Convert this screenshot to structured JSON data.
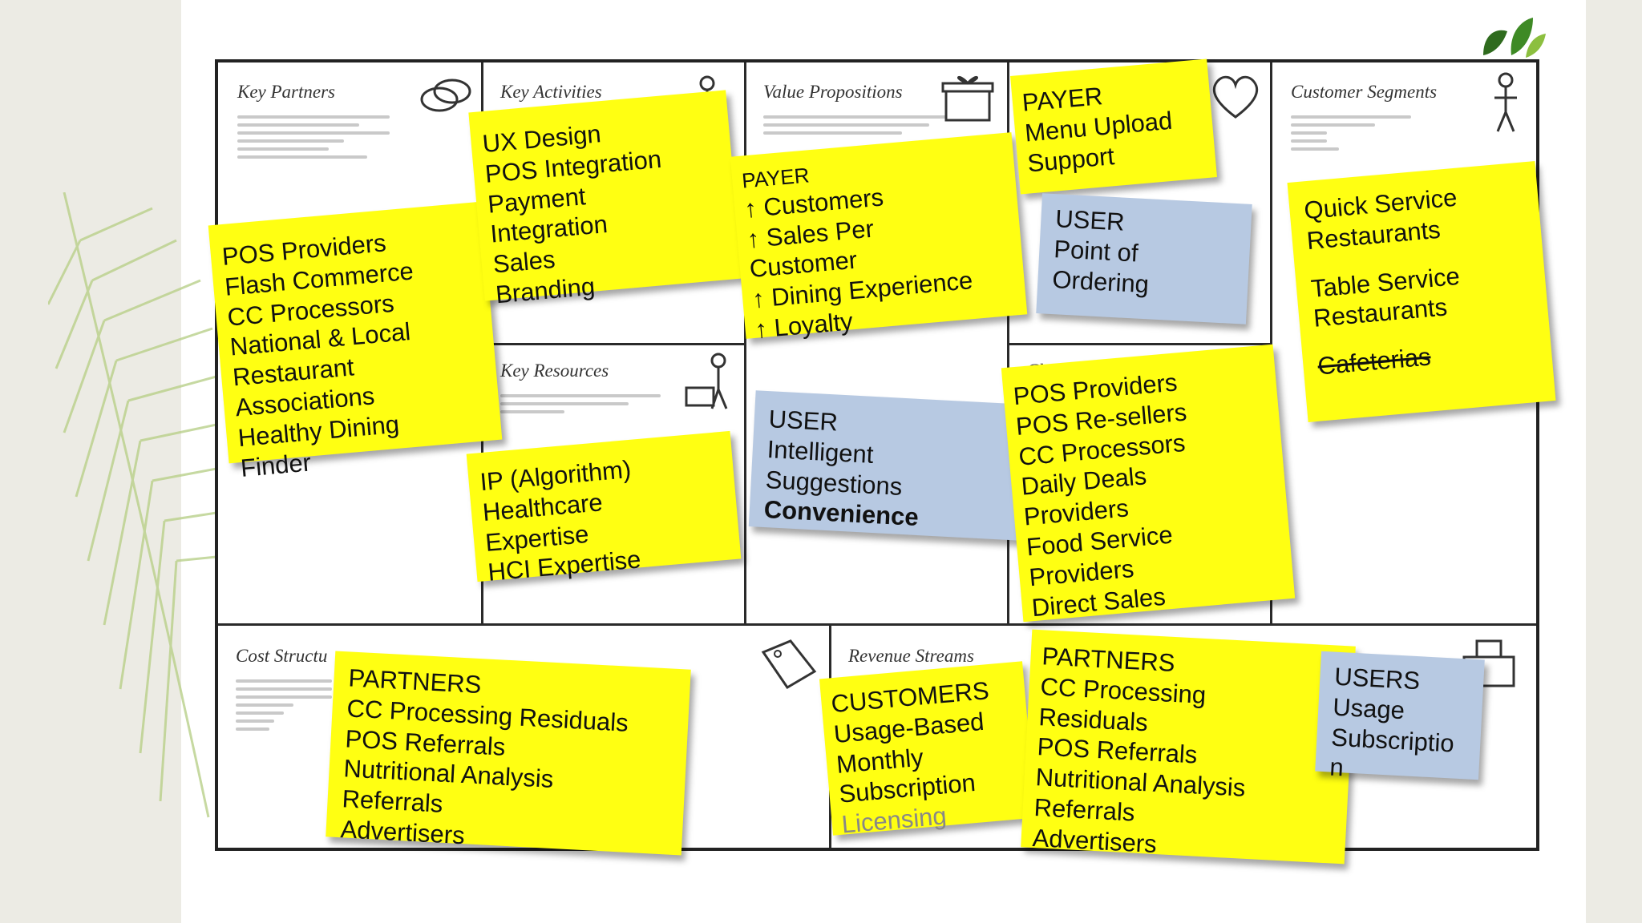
{
  "cells": {
    "key_partners": "Key Partners",
    "key_activities": "Key Activities",
    "key_resources": "Key Resources",
    "value_propositions": "Value Propositions",
    "channels": "Chan",
    "customer_segments": "Customer Segments",
    "cost_structure": "Cost Structu",
    "revenue_streams": "Revenue Streams"
  },
  "notes": {
    "partners": [
      "POS Providers",
      "Flash Commerce",
      "CC Processors",
      "National & Local",
      "Restaurant",
      "Associations",
      "Healthy Dining",
      "Finder"
    ],
    "activities": [
      "UX Design",
      "POS Integration",
      "Payment",
      "Integration",
      "Sales",
      "Branding"
    ],
    "resources": [
      "IP (Algorithm)",
      "Healthcare",
      "Expertise",
      "HCI Expertise"
    ],
    "value_payer": [
      "PAYER",
      "↑ Customers",
      "↑ Sales Per",
      "Customer",
      "↑ Dining Experience",
      "↑ Loyalty"
    ],
    "value_user": [
      "USER",
      "Intelligent",
      "Suggestions",
      "Convenience"
    ],
    "relationship_payer": [
      "PAYER",
      "Menu Upload",
      "Support"
    ],
    "relationship_user": [
      "USER",
      "Point of",
      "Ordering"
    ],
    "channels": [
      "POS Providers",
      "POS Re-sellers",
      "CC Processors",
      "Daily Deals",
      "Providers",
      "Food Service",
      "Providers",
      "Direct Sales"
    ],
    "segments": [
      "Quick Service",
      "Restaurants",
      "Table Service",
      "Restaurants",
      "Cafeterias"
    ],
    "cost": [
      "PARTNERS",
      "CC Processing Residuals",
      "POS Referrals",
      "Nutritional Analysis",
      "Referrals",
      "Advertisers"
    ],
    "revenue_customers": [
      "CUSTOMERS",
      "Usage-Based",
      "Monthly",
      "Subscription",
      "Licensing"
    ],
    "revenue_partners": [
      "PARTNERS",
      "CC Processing",
      "Residuals",
      "POS Referrals",
      "Nutritional Analysis",
      "Referrals",
      "Advertisers"
    ],
    "revenue_users": [
      "USERS",
      "Usage",
      "Subscriptio",
      "n"
    ]
  },
  "colors": {
    "sticky_yellow": "#ffff12",
    "sticky_blue": "#b7c9e2",
    "border": "#222222",
    "background": "#ecebe4"
  },
  "icons": [
    "chain-link-icon",
    "wrench-icon",
    "gift-box-icon",
    "heart-icon",
    "person-icon",
    "worker-icon",
    "price-tag-icon",
    "cash-register-icon",
    "fern-leaf-icon",
    "leaf-logo-icon"
  ]
}
